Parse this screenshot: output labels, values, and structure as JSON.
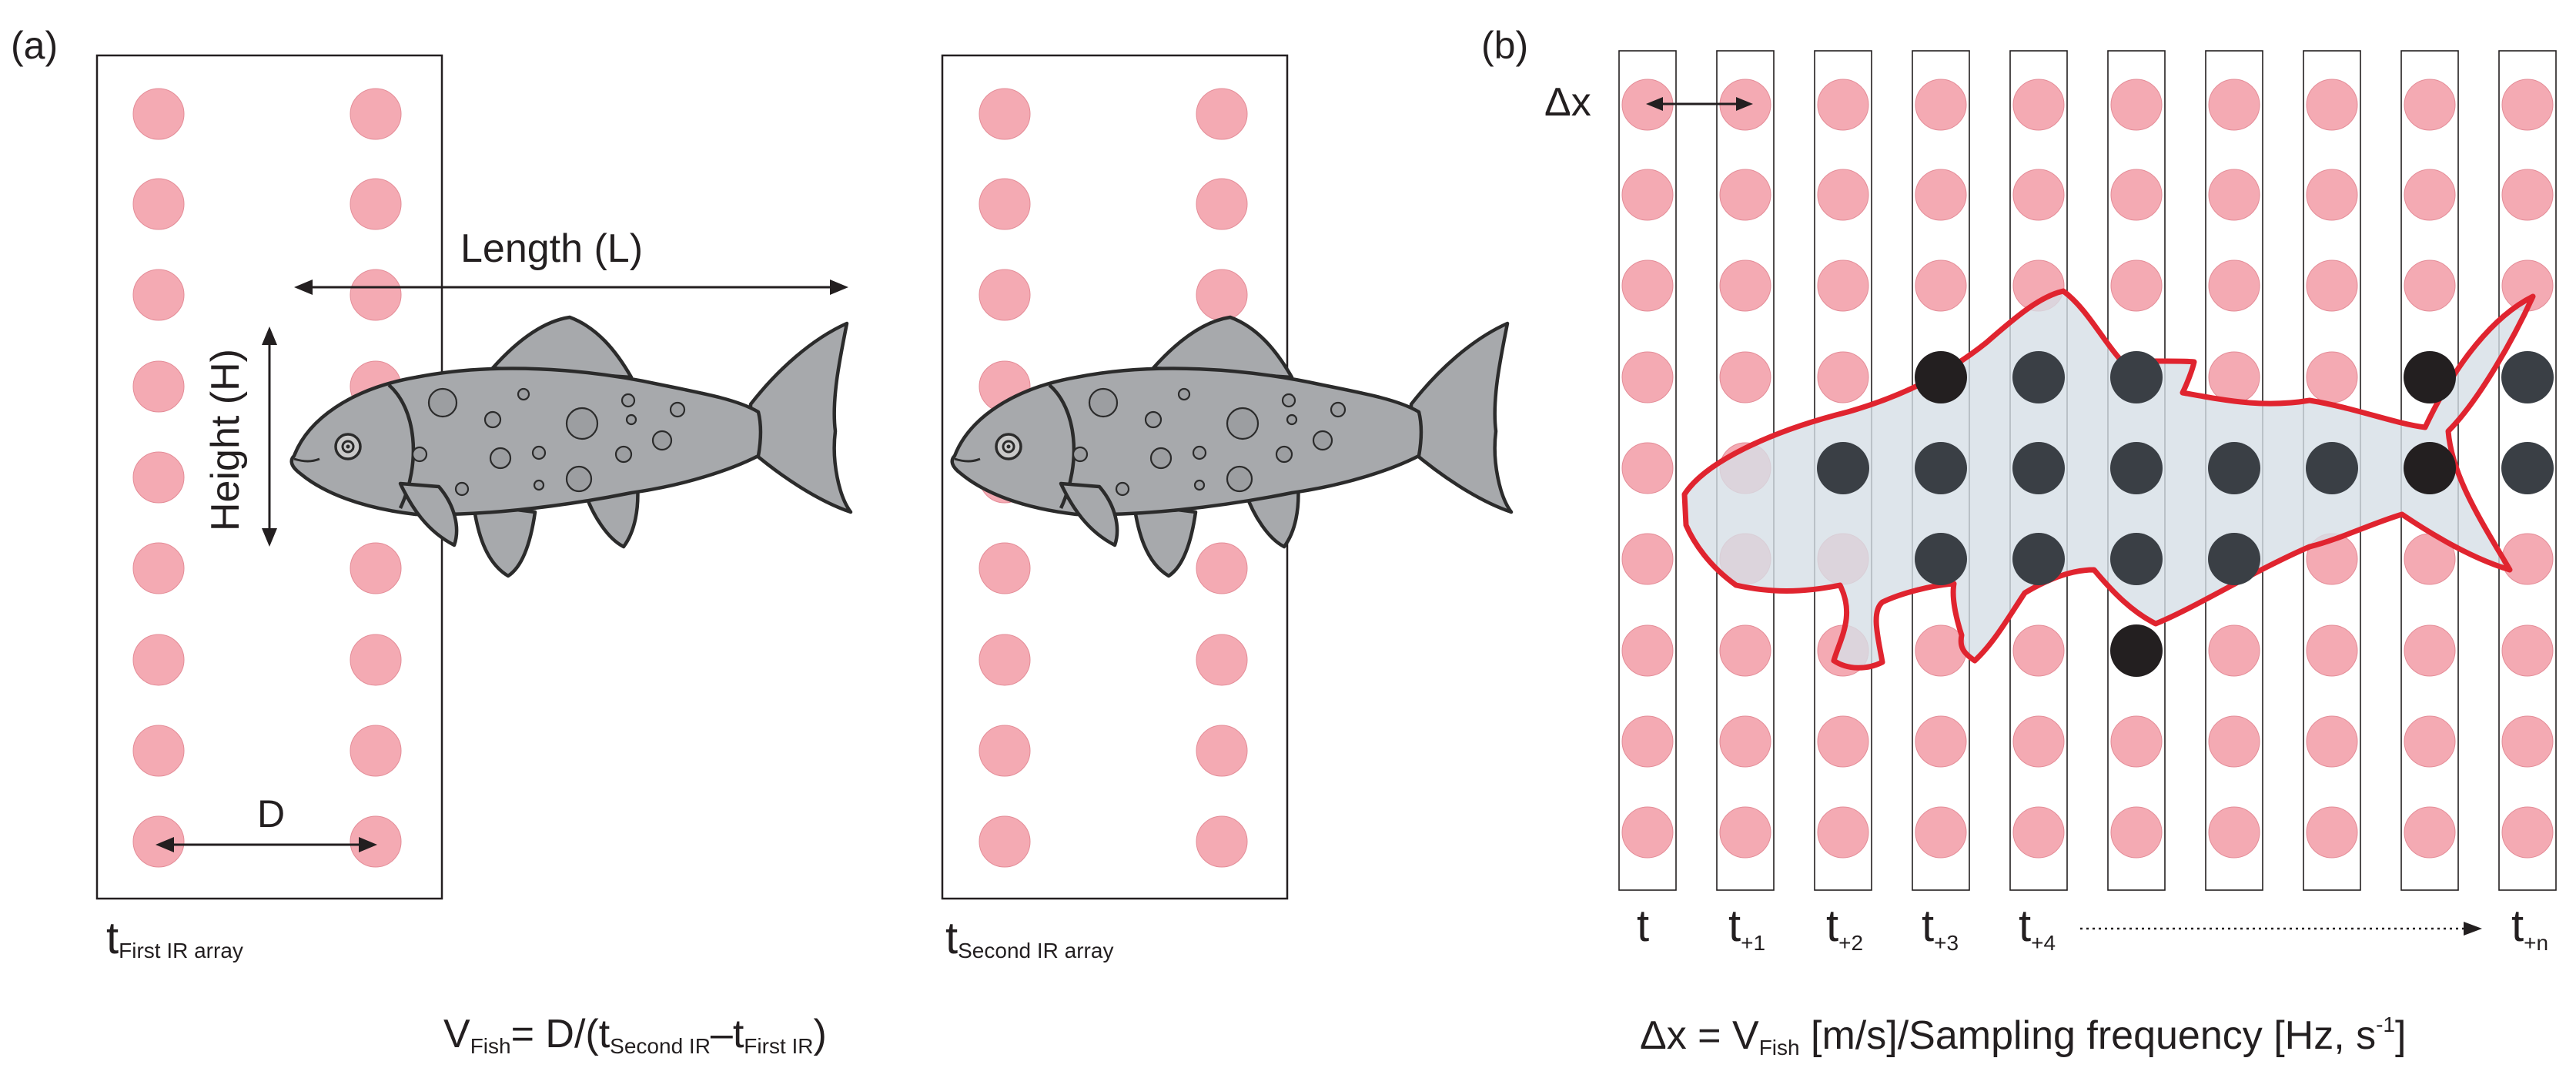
{
  "panel_a": {
    "label": "(a)",
    "length_label": "Length (L)",
    "height_label": "Height (H)",
    "d_label": "D",
    "first_array_t": "t",
    "first_array_sub": "First IR array",
    "second_array_t": "t",
    "second_array_sub": "Second IR array",
    "formula": {
      "v": "V",
      "v_sub": "Fish",
      "eq": "= D/(t",
      "sub1": "Second IR",
      "mid": "–t",
      "sub2": "First IR",
      "end": ")"
    }
  },
  "panel_b": {
    "label": "(b)",
    "dx_label": "Δx",
    "time_labels": [
      {
        "t": "t",
        "sub": ""
      },
      {
        "t": "t",
        "sub": "+1"
      },
      {
        "t": "t",
        "sub": "+2"
      },
      {
        "t": "t",
        "sub": "+3"
      },
      {
        "t": "t",
        "sub": "+4"
      },
      {
        "t": "t",
        "sub": "+n"
      }
    ],
    "formula": {
      "pre": "Δx = V",
      "v_sub": "Fish",
      "mid": " [m/s]/Sampling frequency [Hz, s",
      "sup": "-1",
      "end": "]"
    }
  },
  "colors": {
    "sensor_off": "#f4aab3",
    "sensor_on": "#3a3f45",
    "sensor_on_dark": "#231f20",
    "fish_body": "#a7a9ac",
    "fish_outline": "#2b2b2b",
    "silhouette_fill": "#d6dee6",
    "silhouette_stroke": "#e0242f",
    "box_stroke": "#231f20"
  }
}
